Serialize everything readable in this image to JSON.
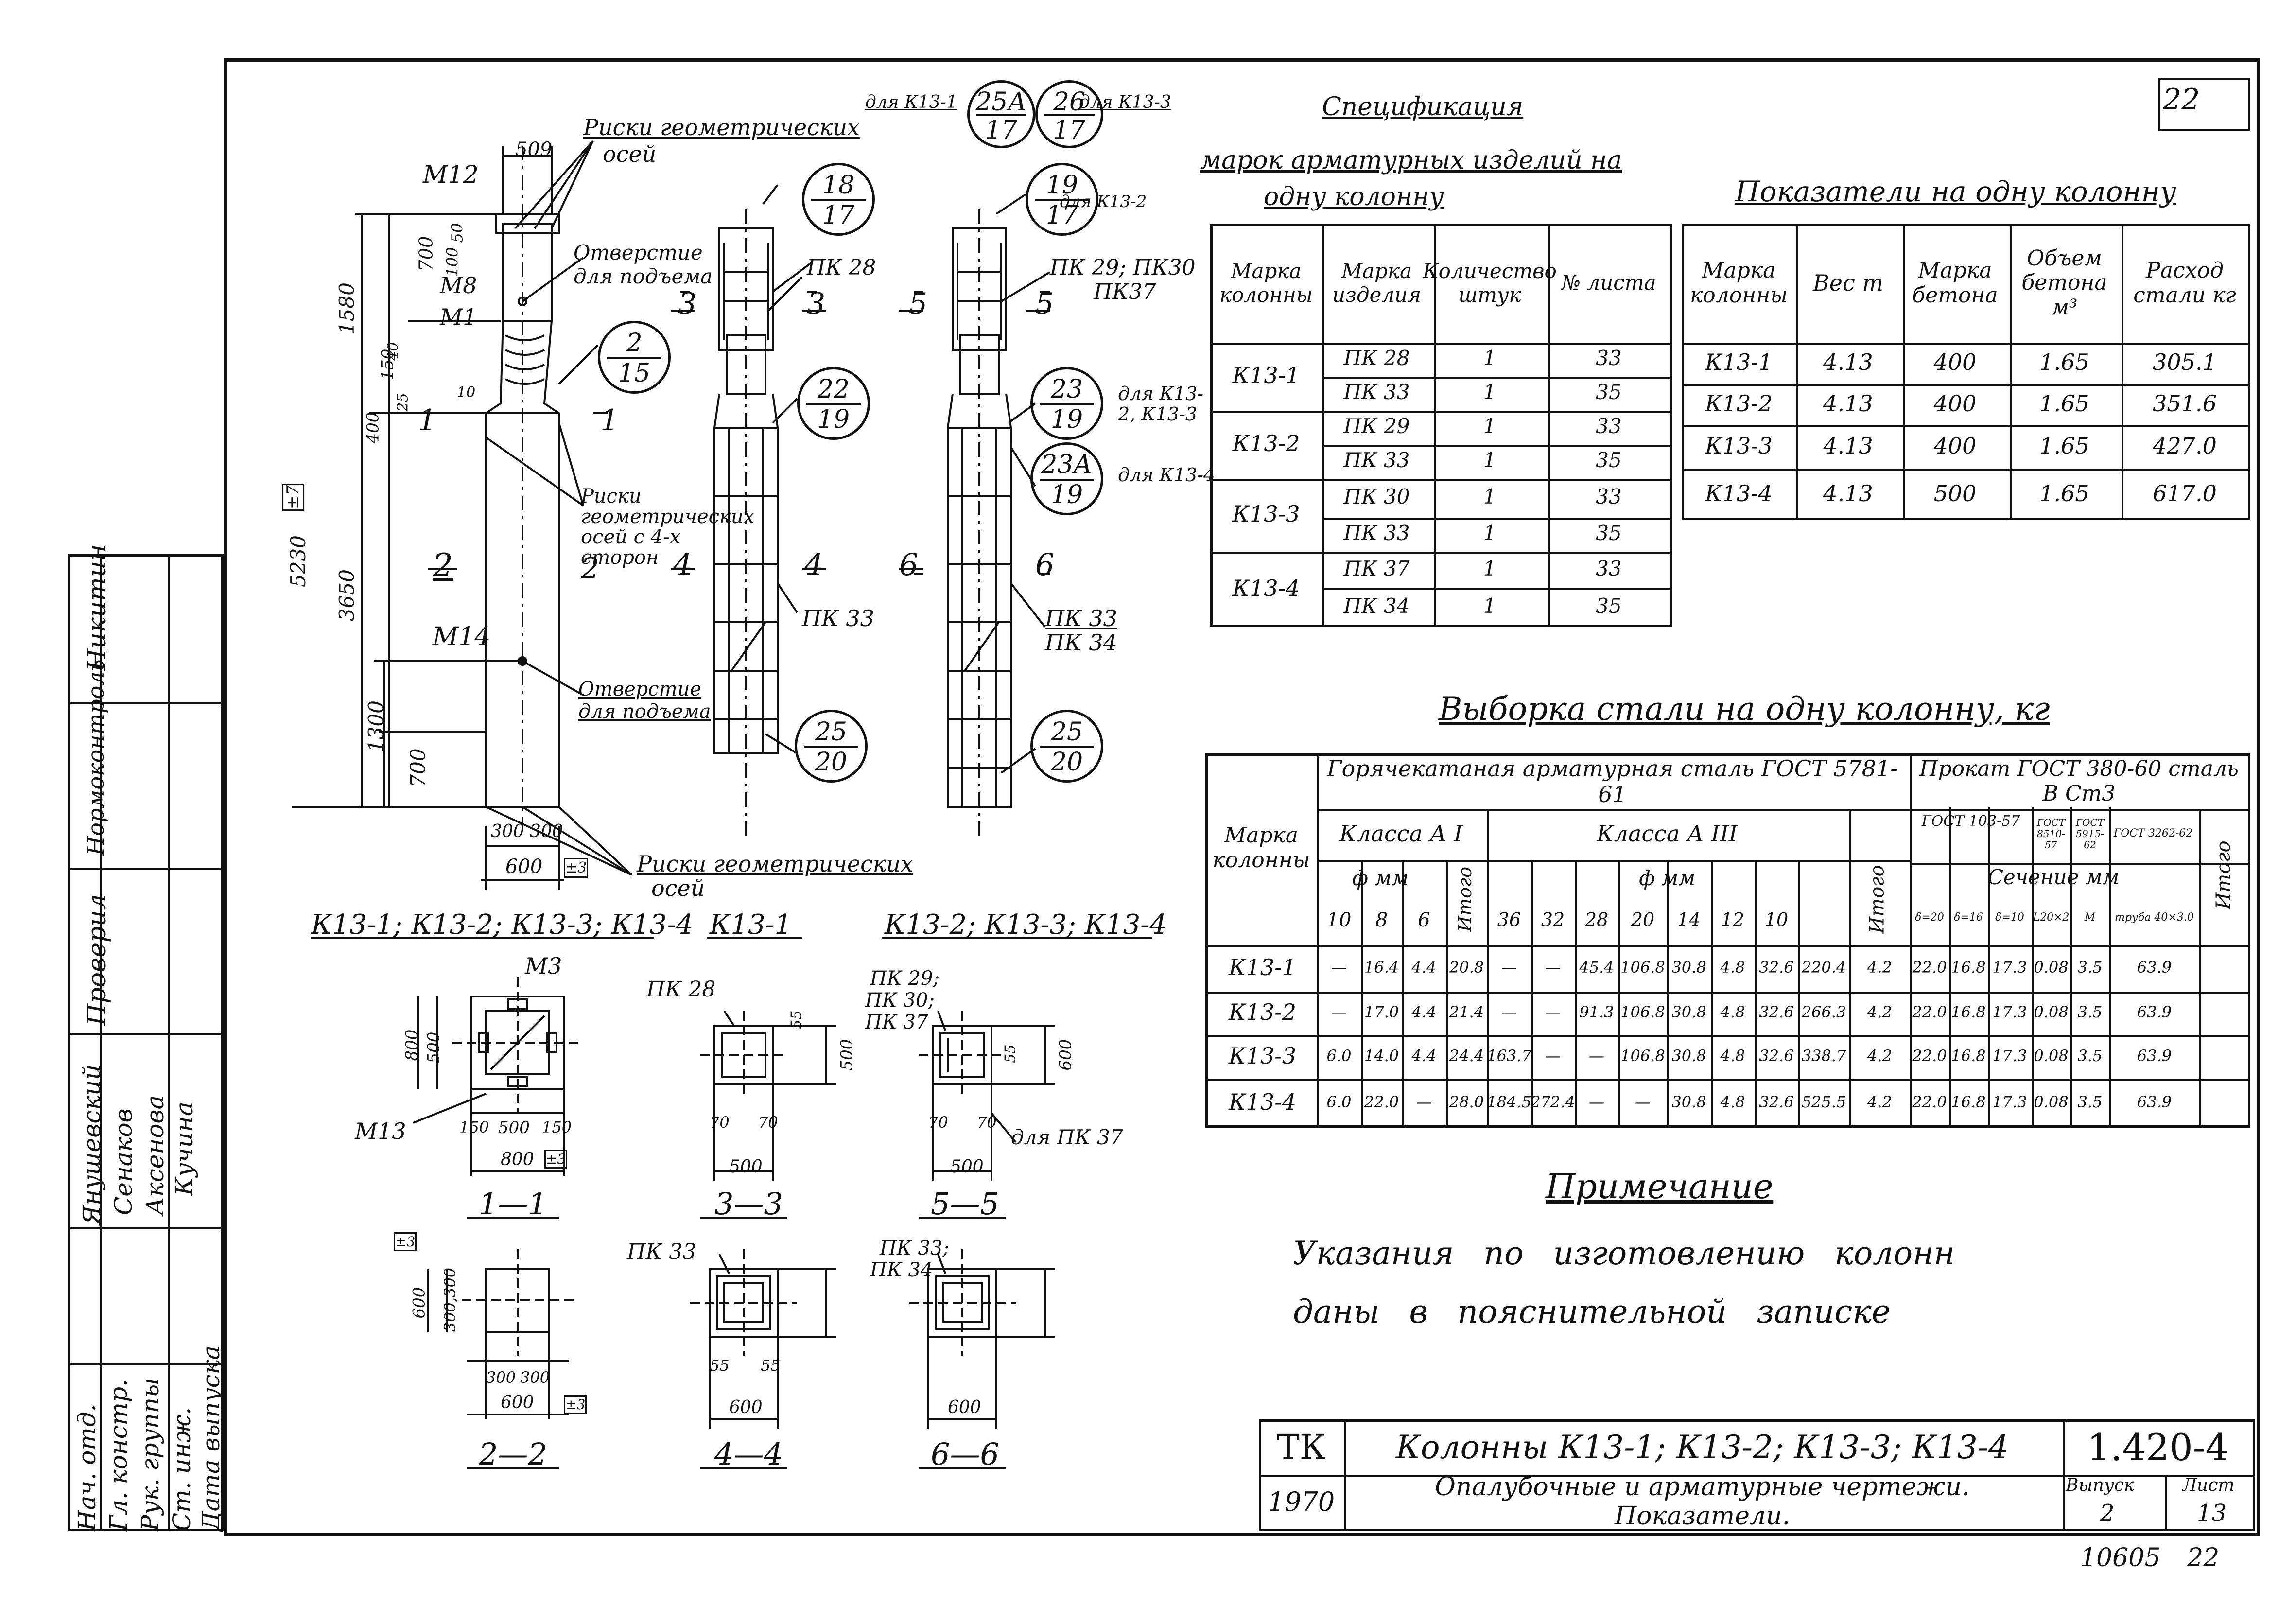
{
  "sheet": {
    "number": "22",
    "bottom_code": "10605",
    "bottom_sheet": "22"
  },
  "elevation": {
    "top_note": "для К13-1",
    "top_note2": "для К13-3",
    "marks": {
      "risks_geom_top": "Риски геометрических",
      "risks_geom_top2": "осей",
      "hole_lift_top": "Отверстие для подъема",
      "risks_geom_4": "Риски геометрических осей с 4-х сторон",
      "hole_lift_bottom": "Отверстие для подъема",
      "risks_geom_bottom": "Риски геометрических",
      "risks_geom_bottom2": "осей",
      "m12": "М12",
      "m8": "М8",
      "m1": "М1",
      "m14": "М14",
      "m3": "М3",
      "m13": "М13"
    },
    "dims": {
      "w509": "509",
      "h1580": "1580",
      "h5230": "5230",
      "h3650": "3650",
      "h1300": "1300",
      "h700": "700",
      "h700b": "700",
      "h100": "100",
      "h50": "50",
      "h150": "150",
      "h40": "40",
      "h400": "400",
      "h25": "25",
      "h10": "10",
      "w300a": "300",
      "w300b": "300",
      "w600": "600",
      "pm3": "±3",
      "pm7": "±7"
    },
    "section_labels": {
      "s1a": "1",
      "s1b": "1",
      "s2a": "2",
      "s2b": "2",
      "s3a": "3",
      "s3b": "3",
      "s4a": "4",
      "s4b": "4",
      "s5a": "5",
      "s5b": "5",
      "s6a": "6",
      "s6b": "6"
    },
    "pk_labels": {
      "pk28": "ПК 28",
      "pk29": "ПК 29; ПК30",
      "pk37": "ПК37",
      "pk33a": "ПК 33",
      "pk33b": "ПК 33",
      "pk34": "ПК 34",
      "for_k13_2": "для К13-2",
      "for_k13_23": "для К13-2, К13-3",
      "for_k13_4": "для К13-4"
    },
    "circles": [
      {
        "top": "25А",
        "bottom": "17"
      },
      {
        "top": "26",
        "bottom": "17"
      },
      {
        "top": "18",
        "bottom": "17"
      },
      {
        "top": "19",
        "bottom": "17"
      },
      {
        "top": "2",
        "bottom": "15"
      },
      {
        "top": "22",
        "bottom": "19"
      },
      {
        "top": "23",
        "bottom": "19"
      },
      {
        "top": "23А",
        "bottom": "19"
      },
      {
        "top": "25",
        "bottom": "20"
      },
      {
        "top": "25",
        "bottom": "20"
      }
    ]
  },
  "spec_table": {
    "title_line1": "Спецификация",
    "title_line2": "марок арматурных изделий на",
    "title_line3": "одну колонну",
    "headers": [
      "Марка колонны",
      "Марка изделия",
      "Количество штук",
      "№ листа"
    ],
    "rows": [
      {
        "col": "К13-1",
        "items": [
          [
            "ПК 28",
            "1",
            "33"
          ],
          [
            "ПК 33",
            "1",
            "35"
          ]
        ]
      },
      {
        "col": "К13-2",
        "items": [
          [
            "ПК 29",
            "1",
            "33"
          ],
          [
            "ПК 33",
            "1",
            "35"
          ]
        ]
      },
      {
        "col": "К13-3",
        "items": [
          [
            "ПК 30",
            "1",
            "33"
          ],
          [
            "ПК 33",
            "1",
            "35"
          ]
        ]
      },
      {
        "col": "К13-4",
        "items": [
          [
            "ПК 37",
            "1",
            "33"
          ],
          [
            "ПК 34",
            "1",
            "35"
          ]
        ]
      }
    ]
  },
  "indicators": {
    "title": "Показатели на одну колонну",
    "headers": [
      "Марка колонны",
      "Вес т",
      "Марка бетона",
      "Объем бетона м³",
      "Расход стали кг"
    ],
    "rows": [
      [
        "К13-1",
        "4.13",
        "400",
        "1.65",
        "305.1"
      ],
      [
        "К13-2",
        "4.13",
        "400",
        "1.65",
        "351.6"
      ],
      [
        "К13-3",
        "4.13",
        "400",
        "1.65",
        "427.0"
      ],
      [
        "К13-4",
        "4.13",
        "500",
        "1.65",
        "617.0"
      ]
    ]
  },
  "steel": {
    "title": "Выборка стали на одну колонну, кг",
    "h_mark": "Марка колонны",
    "h_hot": "Горячекатаная арматурная сталь ГОСТ 5781-61",
    "h_prokat": "Прокат ГОСТ 380-60 сталь В Ст3",
    "h_classA1": "Класса А I",
    "h_classA3": "Класса А III",
    "h_phi1": "ф мм",
    "h_phi3": "ф мм",
    "h_itogo1": "Итого",
    "h_itogo3": "Итого",
    "h_itogo_p": "Итого",
    "h_gost103": "ГОСТ 103-57",
    "h_gost8510": "ГОСТ 8510-57",
    "h_gost5915": "ГОСТ 5915-62",
    "h_gost3262": "ГОСТ 3262-62",
    "h_sech": "Сечение мм",
    "d1": [
      "10",
      "8",
      "6"
    ],
    "d3": [
      "36",
      "32",
      "28",
      "20",
      "14",
      "12",
      "10"
    ],
    "dp": [
      "δ=20",
      "δ=16",
      "δ=10",
      "L20×2",
      "М",
      "труба 40×3.0"
    ],
    "rows": [
      [
        "К13-1",
        "—",
        "16.4",
        "4.4",
        "20.8",
        "—",
        "—",
        "45.4",
        "106.8",
        "30.8",
        "4.8",
        "32.6",
        "220.4",
        "4.2",
        "22.0",
        "16.8",
        "17.3",
        "0.08",
        "3.5",
        "63.9"
      ],
      [
        "К13-2",
        "—",
        "17.0",
        "4.4",
        "21.4",
        "—",
        "—",
        "91.3",
        "106.8",
        "30.8",
        "4.8",
        "32.6",
        "266.3",
        "4.2",
        "22.0",
        "16.8",
        "17.3",
        "0.08",
        "3.5",
        "63.9"
      ],
      [
        "К13-3",
        "6.0",
        "14.0",
        "4.4",
        "24.4",
        "163.7",
        "—",
        "—",
        "106.8",
        "30.8",
        "4.8",
        "32.6",
        "338.7",
        "4.2",
        "22.0",
        "16.8",
        "17.3",
        "0.08",
        "3.5",
        "63.9"
      ],
      [
        "К13-4",
        "6.0",
        "22.0",
        "—",
        "28.0",
        "184.5",
        "272.4",
        "—",
        "—",
        "30.8",
        "4.8",
        "32.6",
        "525.5",
        "4.2",
        "22.0",
        "16.8",
        "17.3",
        "0.08",
        "3.5",
        "63.9"
      ]
    ]
  },
  "note": {
    "title": "Примечание",
    "line1": "Указания по изготовлению колонн",
    "line2": "даны в пояснительной записке"
  },
  "sections": {
    "head_all": "К13-1; К13-2; К13-3; К13-4",
    "head_k1": "К13-1",
    "head_k234": "К13-2; К13-3; К13-4",
    "pk28": "ПК 28",
    "pk29": "ПК 29;",
    "pk30": "ПК 30;",
    "pk37": "ПК 37",
    "pk33": "ПК 33",
    "pk33b": "ПК 33;",
    "pk34": "ПК 34",
    "for_pk37": "для ПК 37",
    "lbl_11": "1—1",
    "lbl_22": "2—2",
    "lbl_33": "3—3",
    "lbl_44": "4—4",
    "lbl_55": "5—5",
    "lbl_66": "6—6",
    "d800": "800",
    "d800b": "800",
    "d500": "500",
    "d500b": "500",
    "d500c": "500",
    "d500d": "500",
    "d500e": "500",
    "d600": "600",
    "d600b": "600",
    "d600c": "600",
    "d600d": "600",
    "d600e": "600",
    "d150": "150",
    "d150b": "150",
    "d70": "70",
    "d70b": "70",
    "d70c": "70",
    "d70d": "70",
    "d55": "55",
    "d55b": "55",
    "d55c": "55",
    "d55d": "55",
    "d300": "300",
    "d300b": "300",
    "d300c": "300,300",
    "pm3": "±3"
  },
  "side_stamp": {
    "roles": [
      "Нач. отд.",
      "Гл. констр.",
      "Рук. группы",
      "Ст. инж.",
      "Дата выпуска"
    ],
    "names": [
      "Янушевский",
      "Сенаков",
      "Аксенова",
      "Кучина"
    ],
    "checked": "Проверил",
    "checker": "Никитин",
    "normcontrol": "Нормоконтроль"
  },
  "title_block": {
    "tk": "ТК",
    "year": "1970",
    "title": "Колонны К13-1; К13-2; К13-3; К13-4",
    "subtitle": "Опалубочные и арматурные чертежи. Показатели.",
    "series": "1.420-4",
    "vyp_label": "Выпуск",
    "vyp": "2",
    "list_label": "Лист",
    "list": "13"
  }
}
